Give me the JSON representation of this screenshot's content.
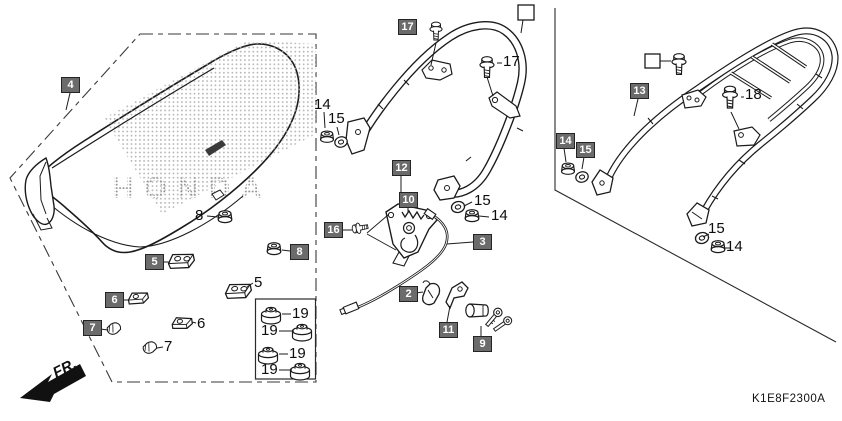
{
  "diagram": {
    "code": "K1E8F2300A",
    "fr": "FR.",
    "watermark": "HONDA"
  },
  "parts": {
    "2": "2",
    "3": "3",
    "4": "4",
    "5": "5",
    "6": "6",
    "7": "7",
    "8": "8",
    "9": "9",
    "10": "10",
    "11": "11",
    "12": "12",
    "13": "13",
    "14": "14",
    "15": "15",
    "16": "16",
    "17": "17",
    "18": "18",
    "19": "19"
  },
  "colors": {
    "line": "#1b1b1b",
    "label_box_bg": "#6b6b6b",
    "label_box_text": "#ffffff",
    "halftone": "#a6a6a6"
  }
}
